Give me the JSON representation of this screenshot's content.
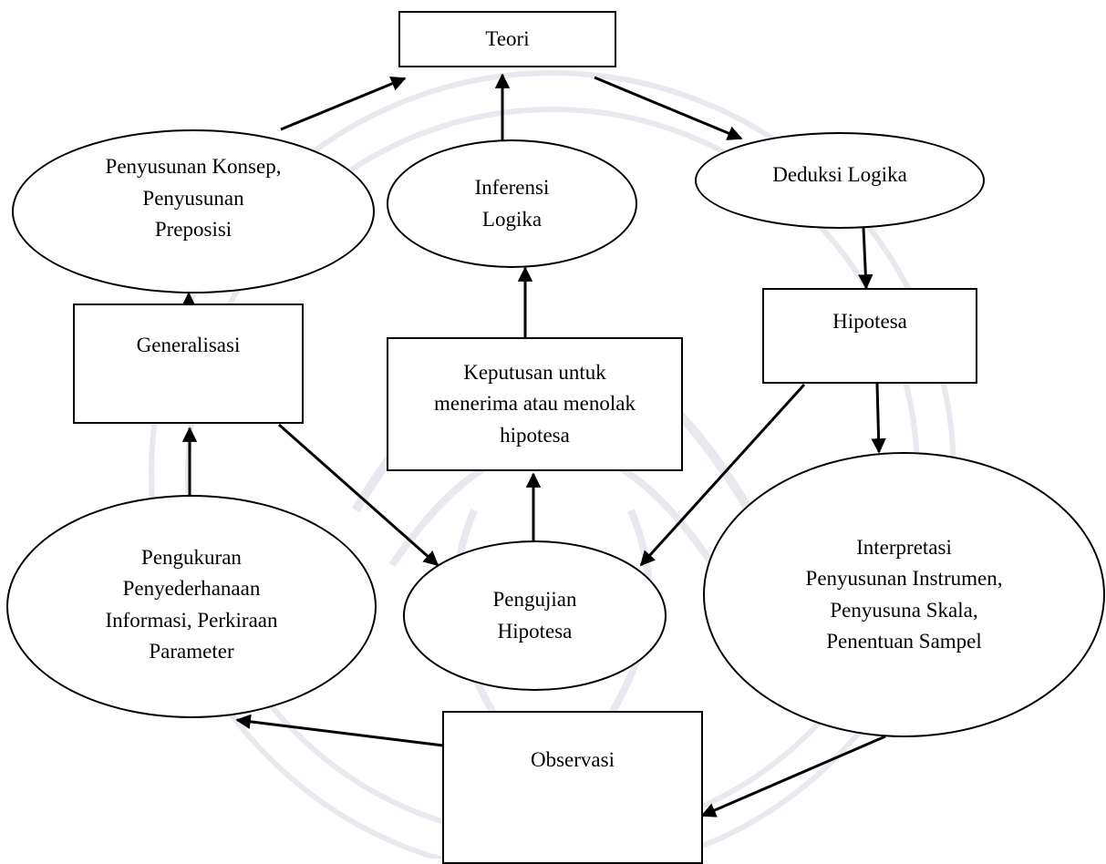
{
  "nodes": {
    "teori": "Teori",
    "konsep": "Penyusunan Konsep,\nPenyusunan\nPreposisi",
    "inferensi": "Inferensi\nLogika",
    "deduksi": "Deduksi Logika",
    "hipotesa": "Hipotesa",
    "generalisasi": "Generalisasi",
    "keputusan": "Keputusan untuk\nmenerima atau menolak\nhipotesa",
    "interpretasi": "Interpretasi\nPenyusunan Instrumen,\nPenyusuna Skala,\nPenentuan Sampel",
    "pengukuran": "Pengukuran\nPenyederhanaan\nInformasi, Perkiraan\nParameter",
    "pengujian": "Pengujian\nHipotesa",
    "observasi": "Observasi"
  },
  "edges": [
    {
      "from": "konsep",
      "to": "teori"
    },
    {
      "from": "inferensi",
      "to": "teori"
    },
    {
      "from": "teori",
      "to": "deduksi"
    },
    {
      "from": "deduksi",
      "to": "hipotesa"
    },
    {
      "from": "hipotesa",
      "to": "interpretasi"
    },
    {
      "from": "hipotesa",
      "to": "pengujian"
    },
    {
      "from": "generalisasi",
      "to": "konsep"
    },
    {
      "from": "keputusan",
      "to": "inferensi"
    },
    {
      "from": "pengujian",
      "to": "keputusan"
    },
    {
      "from": "generalisasi",
      "to": "pengujian"
    },
    {
      "from": "pengukuran",
      "to": "generalisasi"
    },
    {
      "from": "interpretasi",
      "to": "observasi"
    },
    {
      "from": "observasi",
      "to": "pengukuran"
    }
  ]
}
